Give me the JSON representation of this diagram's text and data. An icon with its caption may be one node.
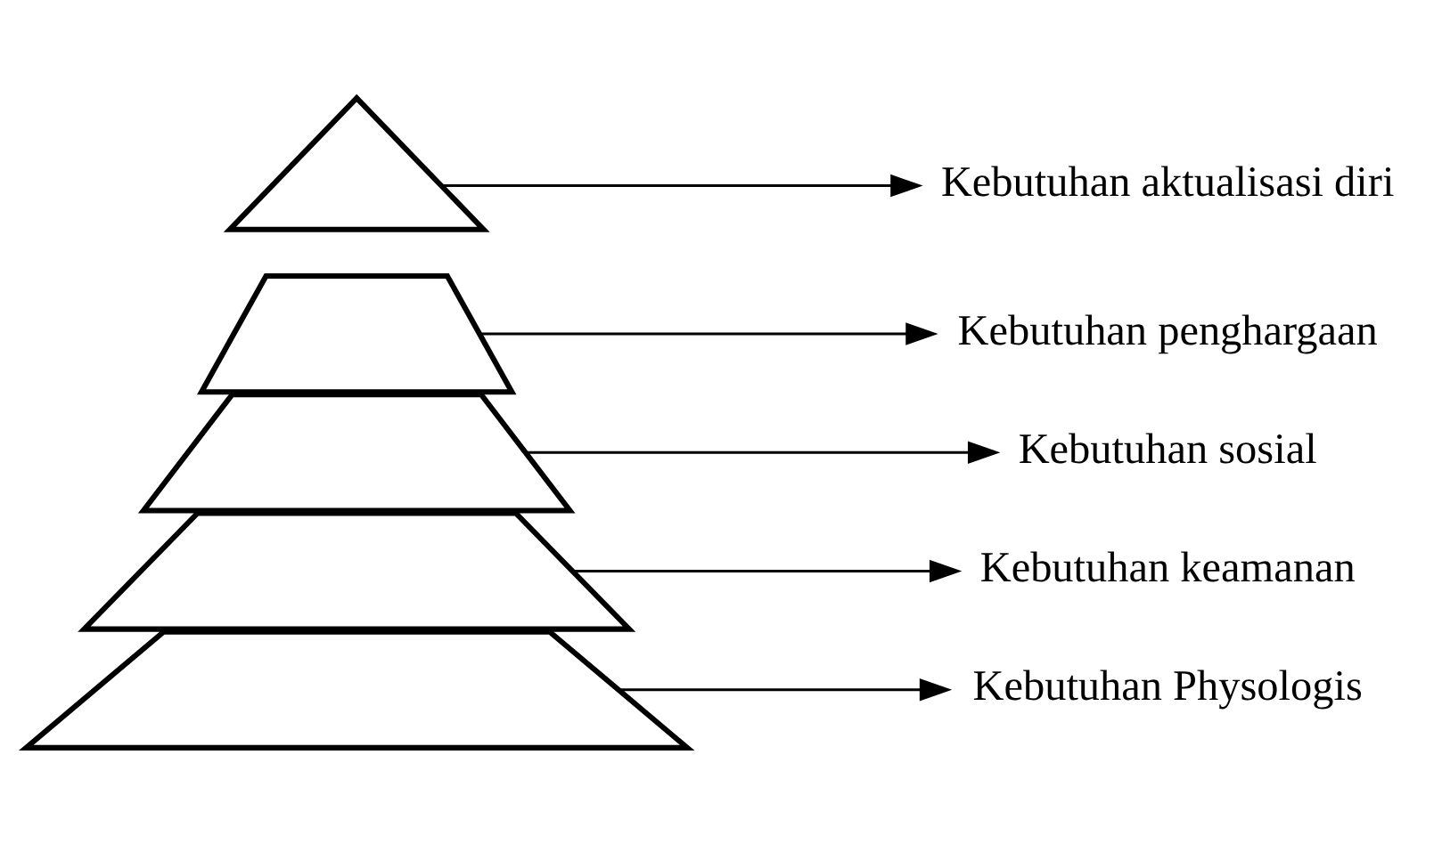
{
  "diagram": {
    "nodes": [
      {
        "text": [],
        "shape": "triangle"
      },
      {
        "text": [],
        "shape": "trapezium"
      },
      {
        "text": [],
        "shape": "trapezium"
      },
      {
        "text": [],
        "shape": "trapezium"
      },
      {
        "text": [],
        "shape": "trapezium"
      },
      {
        "text": [
          "Kebutuhan aktualisasi diri"
        ]
      },
      {
        "text": [
          "Kebutuhan penghargaan"
        ]
      },
      {
        "text": [
          "Kebutuhan sosial"
        ]
      },
      {
        "text": [
          "Kebutuhan keamanan"
        ]
      },
      {
        "text": [
          "Kebutuhan Physologis"
        ]
      }
    ],
    "edges": [
      {
        "from": 0,
        "to": 5,
        "arrow": "to"
      },
      {
        "from": 1,
        "to": 6,
        "arrow": "to"
      },
      {
        "from": 2,
        "to": 7,
        "arrow": "to"
      },
      {
        "from": 3,
        "to": 8,
        "arrow": "to"
      },
      {
        "from": 4,
        "to": 9,
        "arrow": "to"
      }
    ]
  }
}
